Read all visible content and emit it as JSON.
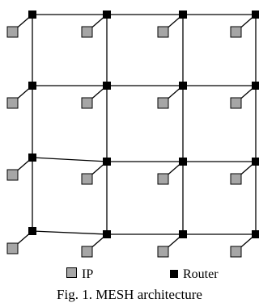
{
  "diagram": {
    "grid_rows": 4,
    "grid_cols": 4,
    "colors": {
      "router": "#000000",
      "ip_fill": "#a6a6a6",
      "ip_stroke": "#000000",
      "link": "#000000"
    },
    "node_types": [
      "Router",
      "IP"
    ]
  },
  "legend": {
    "ip_label": "IP",
    "router_label": "Router"
  },
  "caption": "Fig. 1. MESH architecture"
}
